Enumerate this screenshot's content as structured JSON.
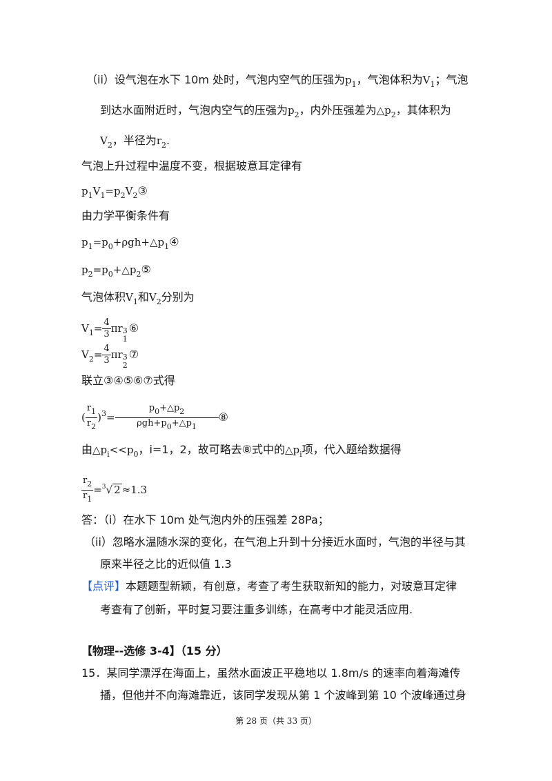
{
  "intro": {
    "line1_a": "（ii）设气泡在水下 10m 处时，气泡内空气的压强为",
    "p1": "p",
    "p1_sub": "1",
    "line1_b": "，气泡体积为",
    "v1": "V",
    "v1_sub": "1",
    "line1_c": "；气泡",
    "line2_a": "到达水面附近时，气泡内空气的压强为",
    "p2": "p",
    "p2_sub": "2",
    "line2_b": "，内外压强差为",
    "dp2": "△p",
    "dp2_sub": "2",
    "line2_c": "，其体积为",
    "v2": "V",
    "v2_sub": "2",
    "line3_b": "，半径为",
    "r2": "r",
    "r2_sub": "2",
    "line3_c": "."
  },
  "boyle_text": "气泡上升过程中温度不变，根据玻意耳定律有",
  "eq3": {
    "a": "p",
    "a_sub": "1",
    "b": "V",
    "b_sub": "1",
    "c": "=p",
    "c_sub": "2",
    "d": "V",
    "d_sub": "2",
    "mark": "③"
  },
  "balance_text": "由力学平衡条件有",
  "eq4": {
    "a": "p",
    "a_sub": "1",
    "b": "=p",
    "b_sub": "0",
    "c": "+ρgh+△p",
    "c_sub": "1",
    "mark": "④"
  },
  "eq5": {
    "a": "p",
    "a_sub": "2",
    "b": "=p",
    "b_sub": "0",
    "c": "+△p",
    "c_sub": "2",
    "mark": "⑤"
  },
  "volume_text": {
    "a": "气泡体积",
    "v1": "V",
    "v1_sub": "1",
    "and": "和",
    "v2": "V",
    "v2_sub": "2",
    "b": "分别为"
  },
  "eq6": {
    "a": "V",
    "a_sub": "1",
    "eq": "=",
    "num": "4",
    "den": "3",
    "pi": "πr",
    "sup": "3",
    "sub": "1",
    "mark": "⑥"
  },
  "eq7": {
    "a": "V",
    "a_sub": "2",
    "eq": "=",
    "num": "4",
    "den": "3",
    "pi": "πr",
    "sup": "3",
    "sub": "2",
    "mark": "⑦"
  },
  "combine_text": "联立③④⑤⑥⑦式得",
  "eq8": {
    "lp": "(",
    "rn": "r",
    "rn_sub": "1",
    "rd": "r",
    "rd_sub": "2",
    "rp": ")",
    "pow": "3",
    "eq": "=",
    "num_a": "p",
    "num_a_sub": "0",
    "num_b": "+△p",
    "num_b_sub": "2",
    "den_a": "ρgh+p",
    "den_a_sub": "0",
    "den_b": "+△p",
    "den_b_sub": "1",
    "mark": "⑧"
  },
  "approx_text": {
    "a": "由",
    "dp": "△p",
    "dp_sub": "i",
    "lt": "<<p",
    "lt_sub": "0",
    "b": "，i=1，2，故可略去⑧式中的",
    "dp2": "△p",
    "dp2_sub": "i",
    "c": "项，代入题给数据得"
  },
  "eq_ratio": {
    "num": "r",
    "num_sub": "2",
    "den": "r",
    "den_sub": "1",
    "eq": "=",
    "idx": "3",
    "radicand": "2",
    "approx": "≈1.3"
  },
  "answer": {
    "line1": "答：（i）在水下 10m 处气泡内外的压强差 28Pa；",
    "line2": "（ii）忽略水温随水深的变化，在气泡上升到十分接近水面时，气泡的半径与其",
    "line3": "原来半径之比的近似值 1.3"
  },
  "comment": {
    "tag": "【点评】",
    "line1": "本题题型新颖，有创意，考查了考生获取新知的能力，对玻意耳定律",
    "line2": "考查有了创新，平时复习要注重多训练，在高考中才能灵活应用."
  },
  "section": {
    "title": "【物理--选修 3-4】（15 分）"
  },
  "q15": {
    "line1": "15．某同学漂浮在海面上，虽然水面波正平稳地以 1.8m/s 的速率向着海滩传",
    "line2": "播，但他并不向海滩靠近，该同学发现从第 1 个波峰到第 10 个波峰通过身"
  },
  "footer": {
    "text": "第 28 页（共 33 页）"
  },
  "colors": {
    "accent": "#1f5fd1",
    "text": "#1a1a1a"
  }
}
